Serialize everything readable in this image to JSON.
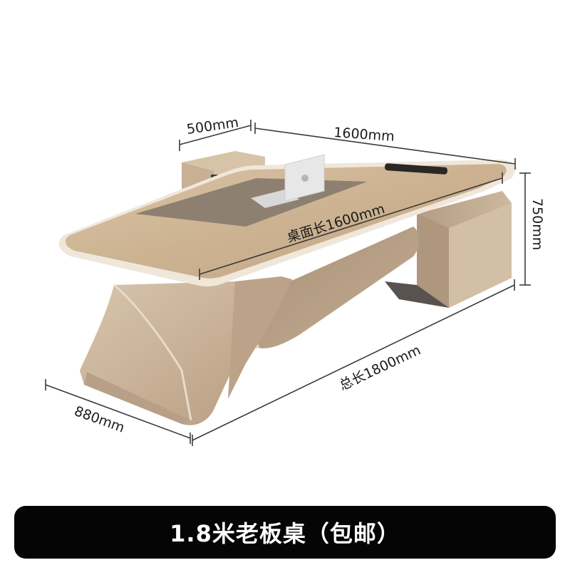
{
  "dimensions": {
    "top_left": "500mm",
    "top_right": "1600mm",
    "height": "750mm",
    "desk_surface": "桌面长1600mm",
    "total_length": "总长1800mm",
    "depth": "880mm"
  },
  "caption": "1.8米老板桌（包邮）",
  "colors": {
    "wood": "#d2b99a",
    "wood_light": "#dcc7ab",
    "leather": "#8b7d6e",
    "edge_trim": "#efe8dc",
    "base": "#cbb59b",
    "caption_bg": "#050505"
  }
}
